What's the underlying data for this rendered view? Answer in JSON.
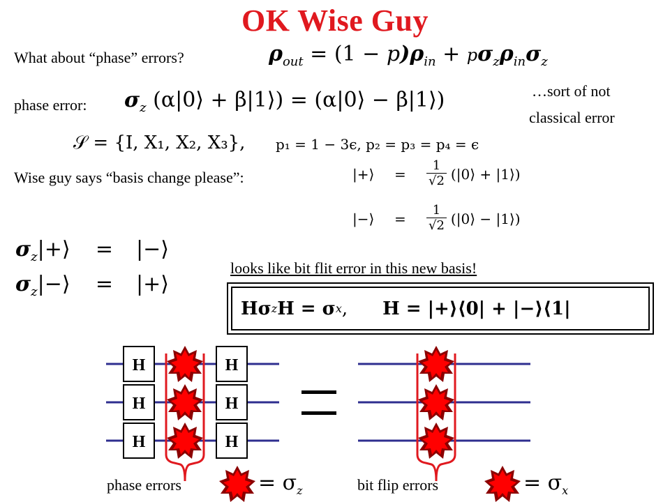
{
  "title": "OK Wise Guy",
  "line1": {
    "label": "What about “phase” errors?",
    "lhs": "ρ",
    "lhs_sub": "out",
    "eq": " = (1 − ",
    "p": "p",
    "rho_in_1": ")ρ",
    "in1": "in",
    "plus": " + ",
    "p2": "p",
    "sigma": "σ",
    "z1": "z",
    "rho_in_2": "ρ",
    "in2": "in",
    "sigma2": "σ",
    "z2": "z"
  },
  "line2": {
    "label": "phase error:",
    "equation_a": "σ",
    "sub_a": "z",
    "equation_b": " (α|0⟩ + β|1⟩) = (α|0⟩ − β|1⟩)"
  },
  "note": {
    "line1": "…sort of not",
    "line2": "classical error"
  },
  "line3": {
    "equation": "𝒮 = {I, X₁, X₂, X₃},",
    "probs": "p₁ = 1 − 3ϵ, p₂ = p₃ = p₄ = ϵ"
  },
  "line4": {
    "label": "Wise guy says “basis change please”:",
    "plus_ket": "|+⟩",
    "minus_ket": "|−⟩",
    "eq": "=",
    "frac_num": "1",
    "frac_den": "√2",
    "plus_rhs": "(|0⟩ + |1⟩)",
    "minus_rhs": "(|0⟩ − |1⟩)"
  },
  "sigma_eqs": {
    "row1_lhs": "σ",
    "row1_sub": "z",
    "row1_ket": "|+⟩",
    "row1_eq": "=",
    "row1_rhs": "|−⟩",
    "row2_lhs": "σ",
    "row2_sub": "z",
    "row2_ket": "|−⟩",
    "row2_eq": "=",
    "row2_rhs": "|+⟩"
  },
  "looks_like": "looks like bit flit error in this new basis!",
  "boxed": {
    "part1": "Hσ",
    "sub1": "z",
    "part2": "H = σ",
    "sub2": "x",
    "part3": ",",
    "part4": "H = |+⟩⟨0| + |−⟩⟨1|"
  },
  "circuit": {
    "gate_label": "H",
    "equals": "=",
    "phase_errors_label": "phase errors",
    "bit_flip_errors_label": "bit flip errors",
    "phase_eq": "= σ",
    "phase_sub": "z",
    "bit_eq": "= σ",
    "bit_sub": "x"
  },
  "colors": {
    "title": "#e0191f",
    "wire": "#2e2e8f",
    "star_red": "#ff0000",
    "star_dark": "#8b0000",
    "bracket": "#e0191f"
  }
}
